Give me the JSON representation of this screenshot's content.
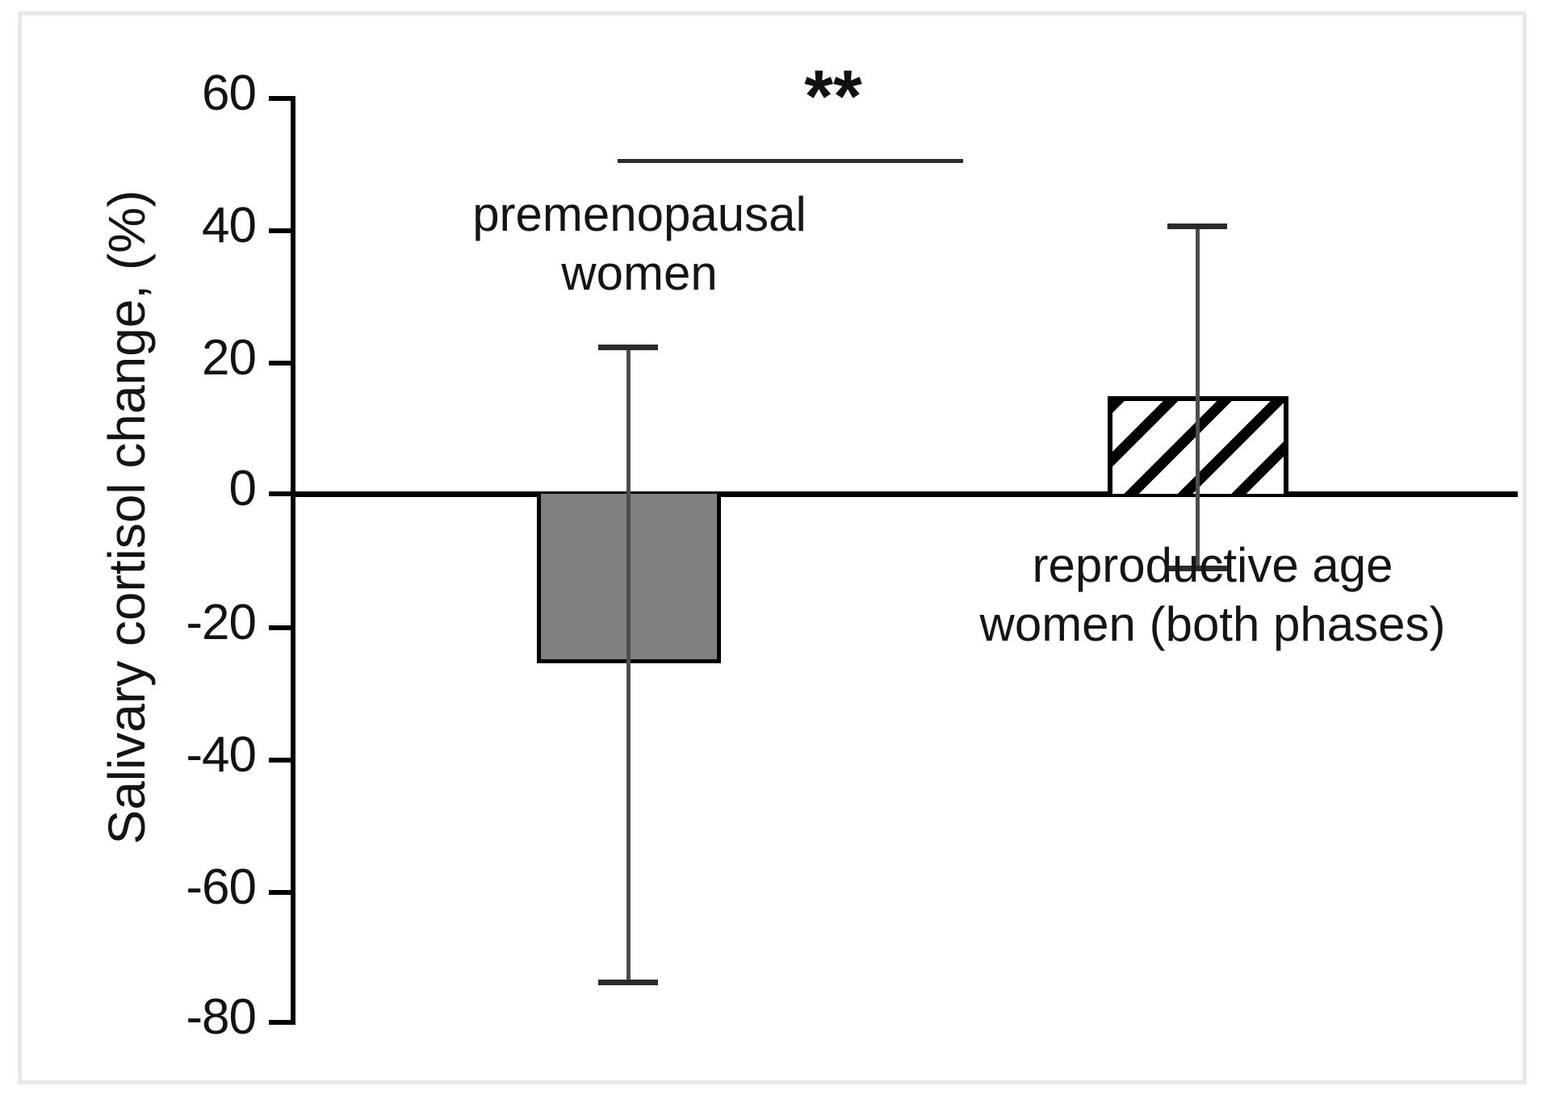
{
  "figure": {
    "background": "#ffffff",
    "frame_color": "#e8e8e8"
  },
  "axis": {
    "y_title": "Salivary cortisol change, (%)",
    "ticks": [
      "60",
      "40",
      "20",
      "0",
      "-20",
      "-40",
      "-60",
      "-80"
    ]
  },
  "annotations": {
    "significance_stars": "**"
  },
  "labels": {
    "premenopausal_line1": "premenopausal",
    "premenopausal_line2": "women",
    "reproductive_line1": "reproductive age",
    "reproductive_line2": "women (both phases)"
  },
  "chart_data": {
    "type": "bar",
    "title": "",
    "xlabel": "",
    "ylabel": "Salivary cortisol change, (%)",
    "ylim": [
      -80,
      60
    ],
    "ytick_values": [
      60,
      40,
      20,
      0,
      -20,
      -40,
      -60,
      -80
    ],
    "ytick_labels": [
      "60",
      "40",
      "20",
      "0",
      "-20",
      "-40",
      "-60",
      "-80"
    ],
    "grid": false,
    "legend": "none",
    "zero_line": 0,
    "categories": [
      "premenopausal women",
      "reproductive age women (both phases)"
    ],
    "values": [
      -26,
      15
    ],
    "errors_low": [
      -74,
      -11
    ],
    "errors_high": [
      22,
      40
    ],
    "error_sd": [
      48,
      25.5
    ],
    "bar_styles": [
      "solid-gray",
      "diagonal-hatch"
    ],
    "bar_colors": [
      "#808080",
      "#ffffff"
    ],
    "bar_edge_color": "#000000",
    "significance": {
      "marker": "**",
      "between": [
        "premenopausal women",
        "reproductive age women (both phases)"
      ]
    }
  }
}
